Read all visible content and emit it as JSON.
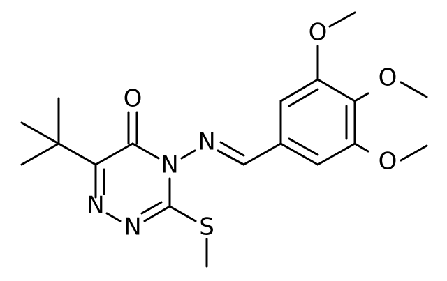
{
  "molecule": {
    "atoms": {
      "carbonyl_o": "O",
      "triazine_n4": "N",
      "imine_n": "N",
      "ring_n1": "N",
      "ring_n2": "N",
      "thio_s": "S",
      "methoxy_o_top": "O",
      "methoxy_o_mid": "O",
      "methoxy_o_bot": "O"
    }
  },
  "colors": {
    "bond": "#000000",
    "background": "#ffffff"
  }
}
